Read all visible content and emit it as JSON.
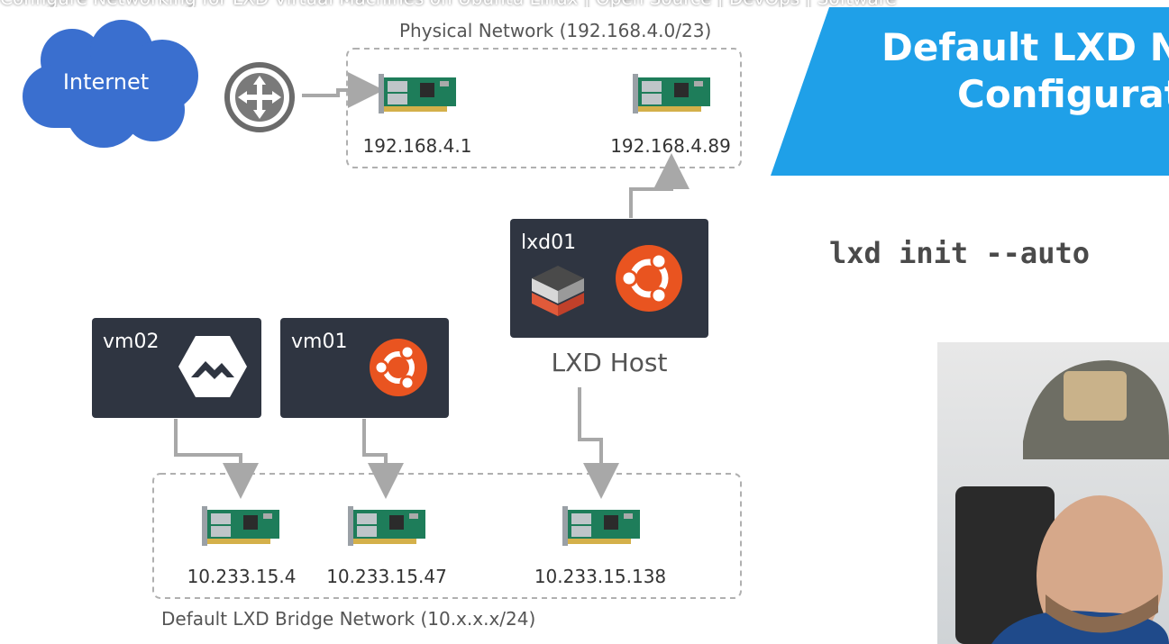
{
  "window": {
    "title": "Configure Networking for LXD Virtual Machines on Ubuntu Linux | Open Source | DevOps | Software"
  },
  "banner": {
    "line1": "Default LXD N",
    "line2": "Configurat",
    "color": "#1fa0e8"
  },
  "command": "lxd init --auto",
  "diagram": {
    "internet": "Internet",
    "physical_network": {
      "label": "Physical Network (192.168.4.0/23)",
      "nics": [
        "192.168.4.1",
        "192.168.4.89"
      ]
    },
    "host": {
      "name": "lxd01",
      "label": "LXD Host"
    },
    "vms": [
      {
        "name": "vm02",
        "os_icon": "alpine-icon"
      },
      {
        "name": "vm01",
        "os_icon": "ubuntu-icon"
      }
    ],
    "bridge_network": {
      "label": "Default LXD Bridge Network (10.x.x.x/24)",
      "nics": [
        "10.233.15.4",
        "10.233.15.47",
        "10.233.15.138"
      ]
    }
  },
  "colors": {
    "card": "#2f3541",
    "ubuntu": "#e95420",
    "cloud": "#3a6fcf",
    "connector": "#a8a8a8"
  }
}
